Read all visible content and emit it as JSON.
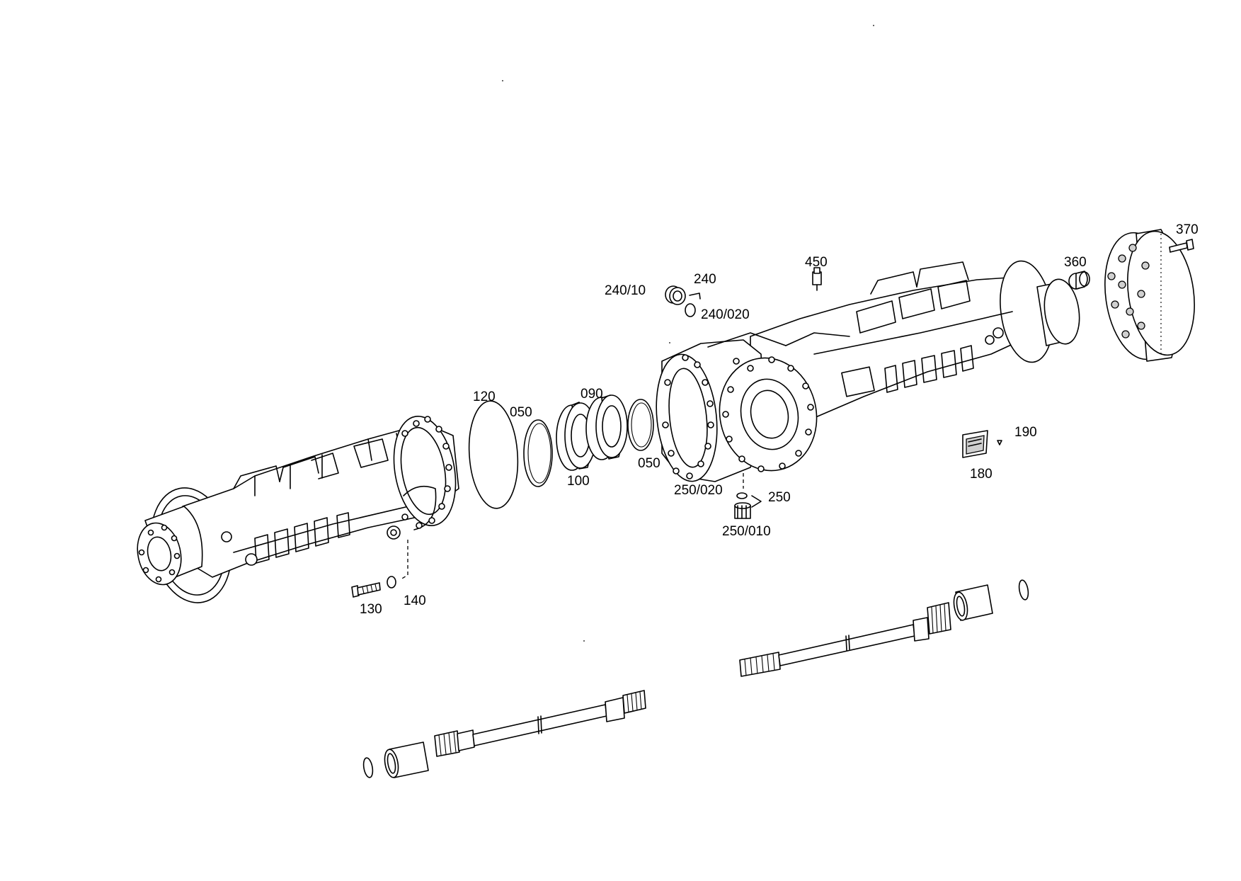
{
  "callouts": {
    "c370": "370",
    "c360": "360",
    "c450": "450",
    "c240": "240",
    "c240_10": "240/10",
    "c240_020": "240/020",
    "c120": "120",
    "c050_a": "050",
    "c090": "090",
    "c100": "100",
    "c050_b": "050",
    "c250_020": "250/020",
    "c250": "250",
    "c250_010": "250/010",
    "c190": "190",
    "c180": "180",
    "c130": "130",
    "c140": "140"
  }
}
